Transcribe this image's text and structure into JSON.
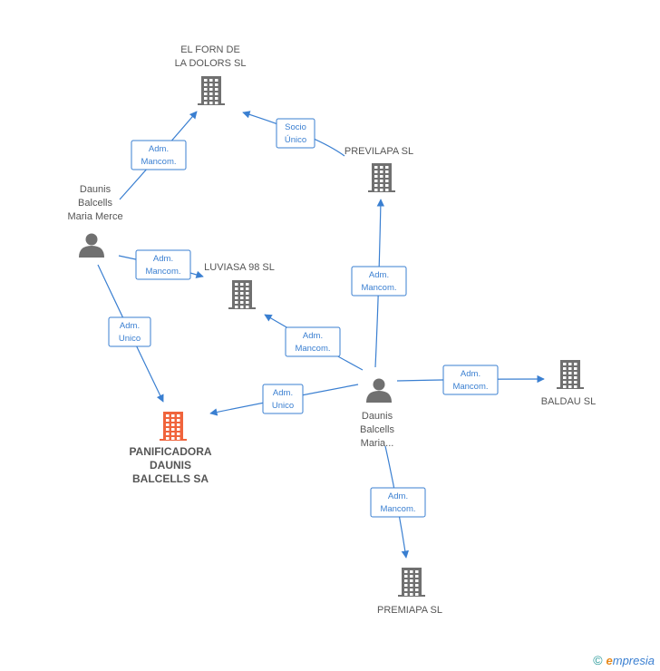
{
  "colors": {
    "edge": "#3a7fd1",
    "company_icon": "#707070",
    "person_icon": "#707070",
    "main_company": "#f0643c"
  },
  "nodes": [
    {
      "id": "forn",
      "kind": "company",
      "label": [
        "EL FORN DE",
        "LA DOLORS SL"
      ]
    },
    {
      "id": "previlapa",
      "kind": "company",
      "label": [
        "PREVILAPA SL"
      ]
    },
    {
      "id": "luviasa",
      "kind": "company",
      "label": [
        "LUVIASA 98 SL"
      ]
    },
    {
      "id": "baldau",
      "kind": "company",
      "label": [
        "BALDAU SL"
      ]
    },
    {
      "id": "premiapa",
      "kind": "company",
      "label": [
        "PREMIAPA SL"
      ]
    },
    {
      "id": "panificadora",
      "kind": "main",
      "label": [
        "PANIFICADORA",
        "DAUNIS",
        "BALCELLS SA"
      ]
    },
    {
      "id": "merce",
      "kind": "person",
      "label": [
        "Daunis",
        "Balcells",
        "Maria Merce"
      ]
    },
    {
      "id": "maria",
      "kind": "person",
      "label": [
        "Daunis",
        "Balcells",
        "Maria..."
      ]
    }
  ],
  "edges": [
    {
      "id": "e1",
      "from": "merce",
      "to": "forn",
      "label": [
        "Adm.",
        "Mancom."
      ]
    },
    {
      "id": "e2",
      "from": "previlapa",
      "to": "forn",
      "label": [
        "Socio",
        "Único"
      ]
    },
    {
      "id": "e3",
      "from": "merce",
      "to": "luviasa",
      "label": [
        "Adm.",
        "Mancom."
      ]
    },
    {
      "id": "e4",
      "from": "merce",
      "to": "panificadora",
      "label": [
        "Adm.",
        "Unico"
      ]
    },
    {
      "id": "e5",
      "from": "maria",
      "to": "previlapa",
      "label": [
        "Adm.",
        "Mancom."
      ]
    },
    {
      "id": "e6",
      "from": "maria",
      "to": "luviasa",
      "label": [
        "Adm.",
        "Mancom."
      ]
    },
    {
      "id": "e7",
      "from": "maria",
      "to": "panificadora",
      "label": [
        "Adm.",
        "Unico"
      ]
    },
    {
      "id": "e8",
      "from": "maria",
      "to": "baldau",
      "label": [
        "Adm.",
        "Mancom."
      ]
    },
    {
      "id": "e9",
      "from": "maria",
      "to": "premiapa",
      "label": [
        "Adm.",
        "Mancom."
      ]
    }
  ],
  "footer": {
    "copyright_symbol": "©",
    "brand_initial": "e",
    "brand_rest": "mpresia"
  }
}
